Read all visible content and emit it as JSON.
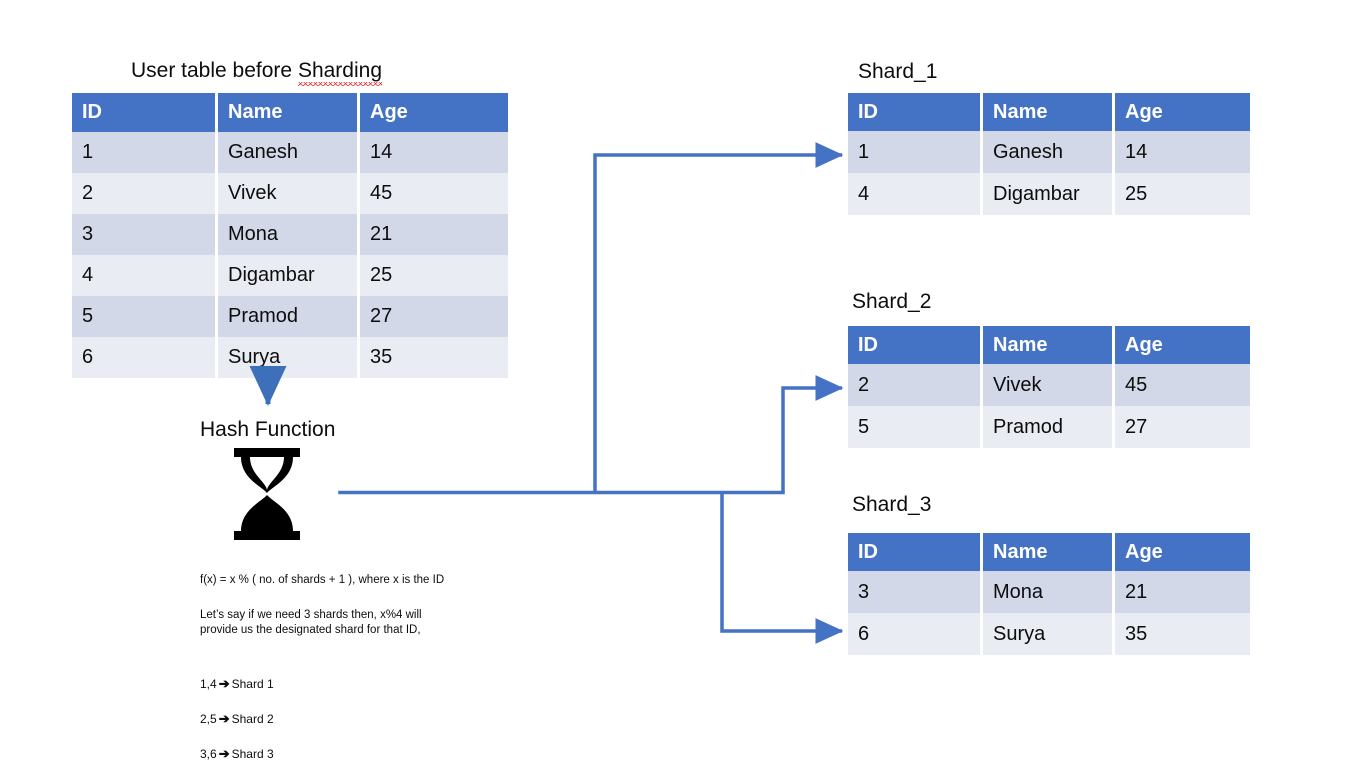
{
  "main": {
    "title_prefix": "User table before ",
    "title_misspelled_word": "Sharding",
    "columns": [
      "ID",
      "Name",
      "Age"
    ],
    "rows": [
      [
        "1",
        "Ganesh",
        "14"
      ],
      [
        "2",
        "Vivek",
        "45"
      ],
      [
        "3",
        "Mona",
        "21"
      ],
      [
        "4",
        "Digambar",
        "25"
      ],
      [
        "5",
        "Pramod",
        "27"
      ],
      [
        "6",
        "Surya",
        "35"
      ]
    ]
  },
  "hash": {
    "label": "Hash Function",
    "icon": "hourglass-icon",
    "formula": "f(x) = x % ( no. of shards + 1 ), where x is the ID",
    "explanation": "Let’s say if we need 3 shards then, x%4 will\nprovide us the designated shard for that ID,",
    "mapping": [
      {
        "ids": "1,4",
        "arrow": "➔",
        "target": "Shard 1"
      },
      {
        "ids": "2,5",
        "arrow": "➔",
        "target": "Shard 2"
      },
      {
        "ids": "3,6",
        "arrow": "➔",
        "target": "Shard 3"
      }
    ]
  },
  "shards": [
    {
      "title": "Shard_1",
      "columns": [
        "ID",
        "Name",
        "Age"
      ],
      "rows": [
        [
          "1",
          "Ganesh",
          "14"
        ],
        [
          "4",
          "Digambar",
          "25"
        ]
      ]
    },
    {
      "title": "Shard_2",
      "columns": [
        "ID",
        "Name",
        "Age"
      ],
      "rows": [
        [
          "2",
          "Vivek",
          "45"
        ],
        [
          "5",
          "Pramod",
          "27"
        ]
      ]
    },
    {
      "title": "Shard_3",
      "columns": [
        "ID",
        "Name",
        "Age"
      ],
      "rows": [
        [
          "3",
          "Mona",
          "21"
        ],
        [
          "6",
          "Surya",
          "35"
        ]
      ]
    }
  ],
  "colors": {
    "header_blue": "#4472C4",
    "row_odd": "#D2D8E8",
    "row_even": "#EAECF4",
    "connector_blue": "#4472C4",
    "spellcheck_red": "#E8262A",
    "icon_black": "#000000",
    "background": "#FFFFFF"
  }
}
